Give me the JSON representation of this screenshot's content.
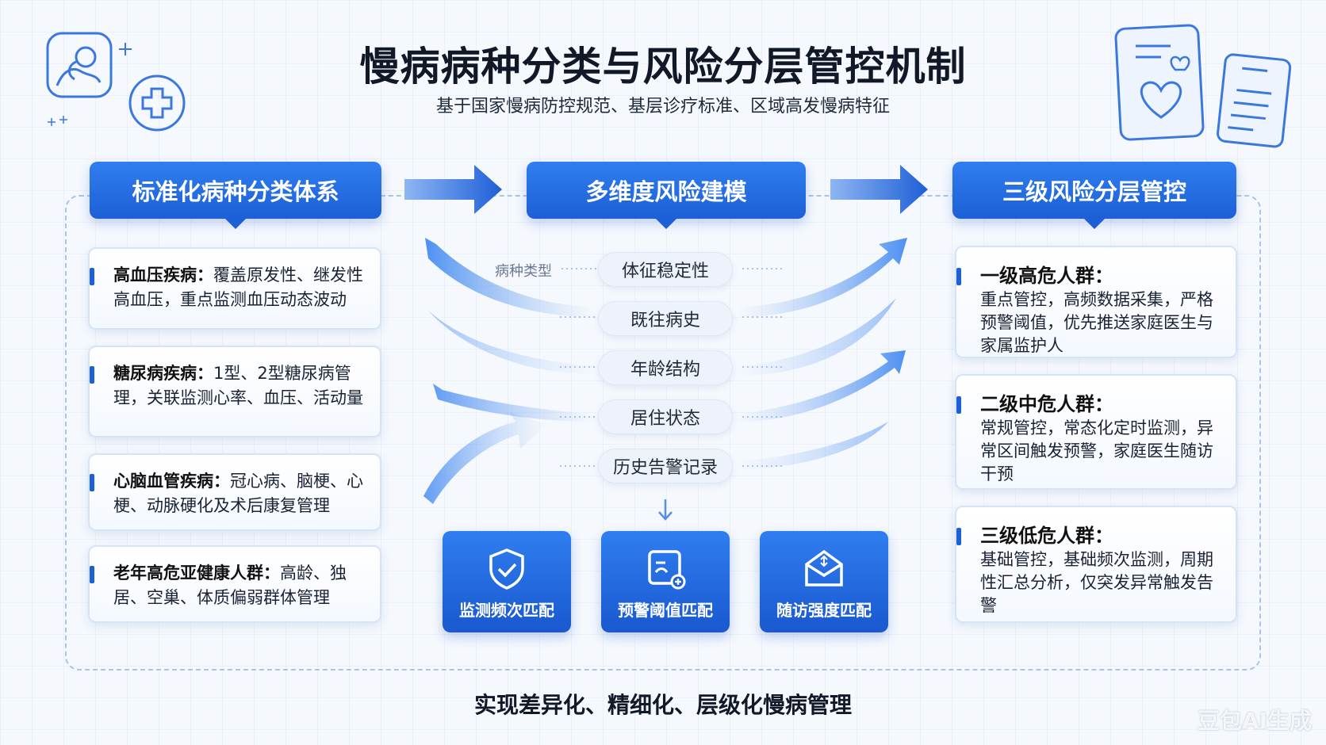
{
  "header": {
    "title": "慢病病种分类与风险分层管控机制",
    "subtitle": "基于国家慢病防控规范、基层诊疗标准、区域高发慢病特征"
  },
  "columns": {
    "left": {
      "title": "标准化病种分类体系",
      "cards": [
        {
          "name": "高血压疾病：",
          "desc": "覆盖原发性、继发性高血压，重点监测血压动态波动"
        },
        {
          "name": "糖尿病疾病：",
          "desc": "1型、2型糖尿病管理，关联监测心率、血压、活动量"
        },
        {
          "name": "心脑血管疾病：",
          "desc": "冠心病、脑梗、心梗、动脉硬化及术后康复管理"
        },
        {
          "name": "老年高危亚健康人群：",
          "desc": "高龄、独居、空巢、体质偏弱群体管理"
        }
      ]
    },
    "middle": {
      "title": "多维度风险建模",
      "side_label": "病种类型",
      "factors": [
        "体征稳定性",
        "既往病史",
        "年龄结构",
        "居住状态",
        "历史告警记录"
      ],
      "matches": [
        {
          "label": "监测频次匹配",
          "icon": "shield-check-icon"
        },
        {
          "label": "预警阈值匹配",
          "icon": "alert-threshold-icon"
        },
        {
          "label": "随访强度匹配",
          "icon": "envelope-followup-icon"
        }
      ]
    },
    "right": {
      "title": "三级风险分层管控",
      "tiers": [
        {
          "title": "一级高危人群：",
          "desc": "重点管控，高频数据采集，严格预警阈值，优先推送家庭医生与家属监护人"
        },
        {
          "title": "二级中危人群：",
          "desc": "常规管控，常态化定时监测，异常区间触发预警，家庭医生随访干预"
        },
        {
          "title": "三级低危人群：",
          "desc": "基础管控，基础频次监测，周期性汇总分析，仅突发异常触发告警"
        }
      ]
    }
  },
  "footer": "实现差异化、精细化、层级化慢病管理",
  "watermark": "豆包AI生成",
  "colors": {
    "primary": "#1d5fd6",
    "accent": "#2f7ef0",
    "background": "#f5f8fd"
  }
}
